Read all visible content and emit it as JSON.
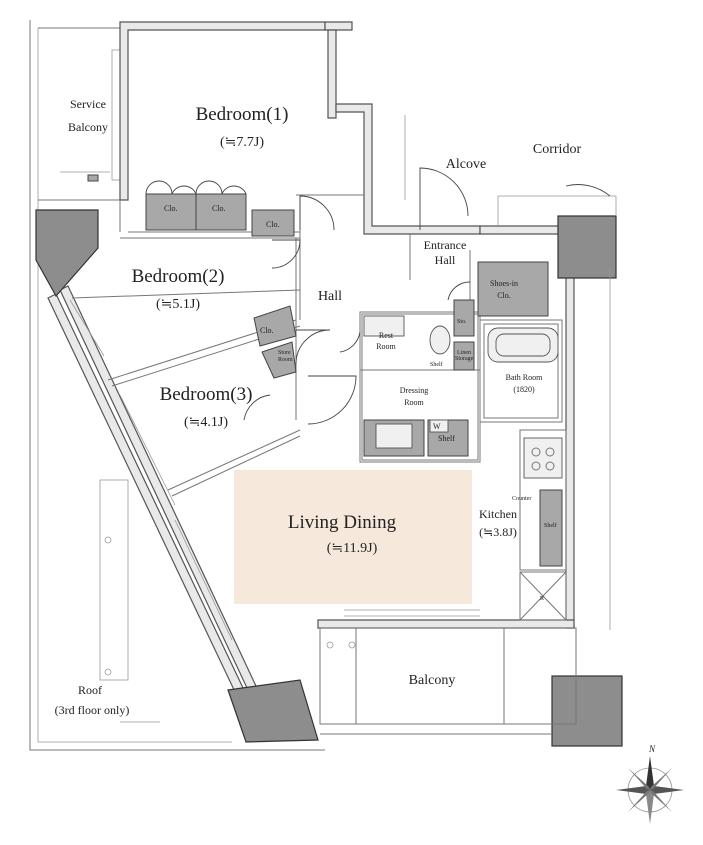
{
  "rooms": {
    "service_balcony": [
      "Service",
      "Balcony"
    ],
    "bedroom1": {
      "name": "Bedroom(1)",
      "size": "(≒7.7J)"
    },
    "bedroom2": {
      "name": "Bedroom(2)",
      "size": "(≒5.1J)"
    },
    "bedroom3": {
      "name": "Bedroom(3)",
      "size": "(≒4.1J)"
    },
    "hall": "Hall",
    "alcove": "Alcove",
    "corridor": "Corridor",
    "entrance_hall": [
      "Entrance",
      "Hall"
    ],
    "shoes_in": [
      "Shoes-in",
      "Clo."
    ],
    "rest_room": [
      "Rest",
      "Room"
    ],
    "dressing_room": [
      "Dressing",
      "Room"
    ],
    "bath_room": [
      "Bath Room",
      "(1820)"
    ],
    "living_dining": {
      "name": "Living Dining",
      "size": "(≒11.9J)"
    },
    "kitchen": {
      "name": "Kitchen",
      "size": "(≒3.8J)"
    },
    "balcony": "Balcony",
    "roof": [
      "Roof",
      "(3rd floor only)"
    ]
  },
  "fixtures": {
    "clo": "Clo.",
    "store_room": [
      "Store",
      "Room"
    ],
    "sto": "Sto.",
    "shelf": "Shelf",
    "linen": [
      "Linen",
      "Storage"
    ],
    "w": "W",
    "counter": "Counter",
    "r": "R"
  },
  "compass": {
    "north": "N"
  },
  "colors": {
    "living_dining_fill": "#f6e9dc",
    "wall": "#e9e9e9",
    "storage": "#a8a8a8"
  }
}
